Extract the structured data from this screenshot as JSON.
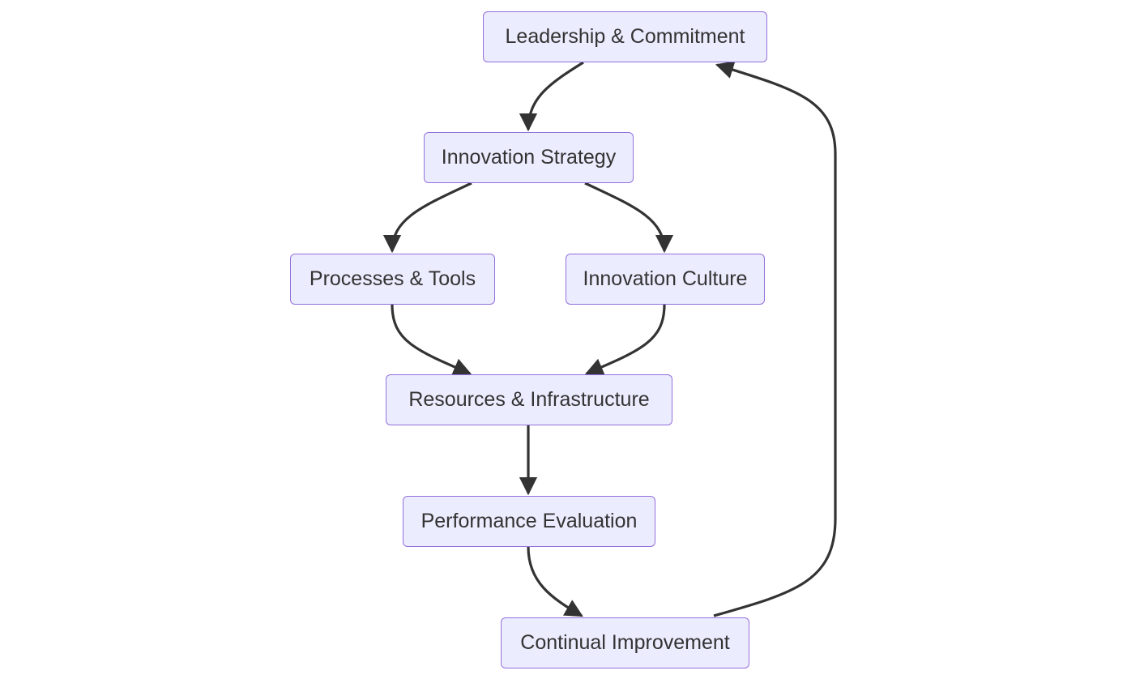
{
  "diagram": {
    "type": "flowchart",
    "colors": {
      "node_fill": "#ececff",
      "node_border": "#9370db",
      "edge": "#333333",
      "text": "#333333"
    },
    "nodes": [
      {
        "id": "leadership",
        "label": "Leadership & Commitment"
      },
      {
        "id": "strategy",
        "label": "Innovation Strategy"
      },
      {
        "id": "processes",
        "label": "Processes & Tools"
      },
      {
        "id": "culture",
        "label": "Innovation Culture"
      },
      {
        "id": "resources",
        "label": "Resources & Infrastructure"
      },
      {
        "id": "performance",
        "label": "Performance Evaluation"
      },
      {
        "id": "improvement",
        "label": "Continual Improvement"
      }
    ],
    "edges": [
      {
        "from": "leadership",
        "to": "strategy"
      },
      {
        "from": "strategy",
        "to": "processes"
      },
      {
        "from": "strategy",
        "to": "culture"
      },
      {
        "from": "processes",
        "to": "resources"
      },
      {
        "from": "culture",
        "to": "resources"
      },
      {
        "from": "resources",
        "to": "performance"
      },
      {
        "from": "performance",
        "to": "improvement"
      },
      {
        "from": "improvement",
        "to": "leadership"
      }
    ]
  }
}
